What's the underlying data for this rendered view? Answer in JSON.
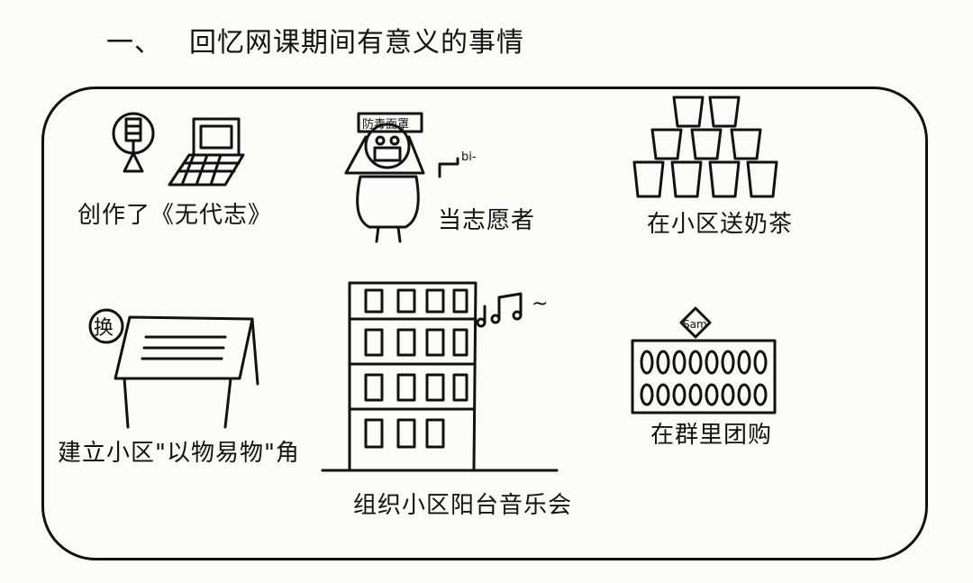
{
  "heading": {
    "number": "一、",
    "text": "回忆网课期间有意义的事情"
  },
  "panels": [
    {
      "caption": "创作了《无代志》"
    },
    {
      "caption": "当志愿者",
      "mask_text": "防毒面罩",
      "sound_text": "bi-"
    },
    {
      "caption": "在小区送奶茶"
    },
    {
      "caption": "建立小区\"以物易物\"角",
      "badge_text": "换"
    },
    {
      "caption": "组织小区阳台音乐会",
      "music_text": "~"
    },
    {
      "caption": "在群里团购",
      "tag_text": "Sam"
    }
  ]
}
